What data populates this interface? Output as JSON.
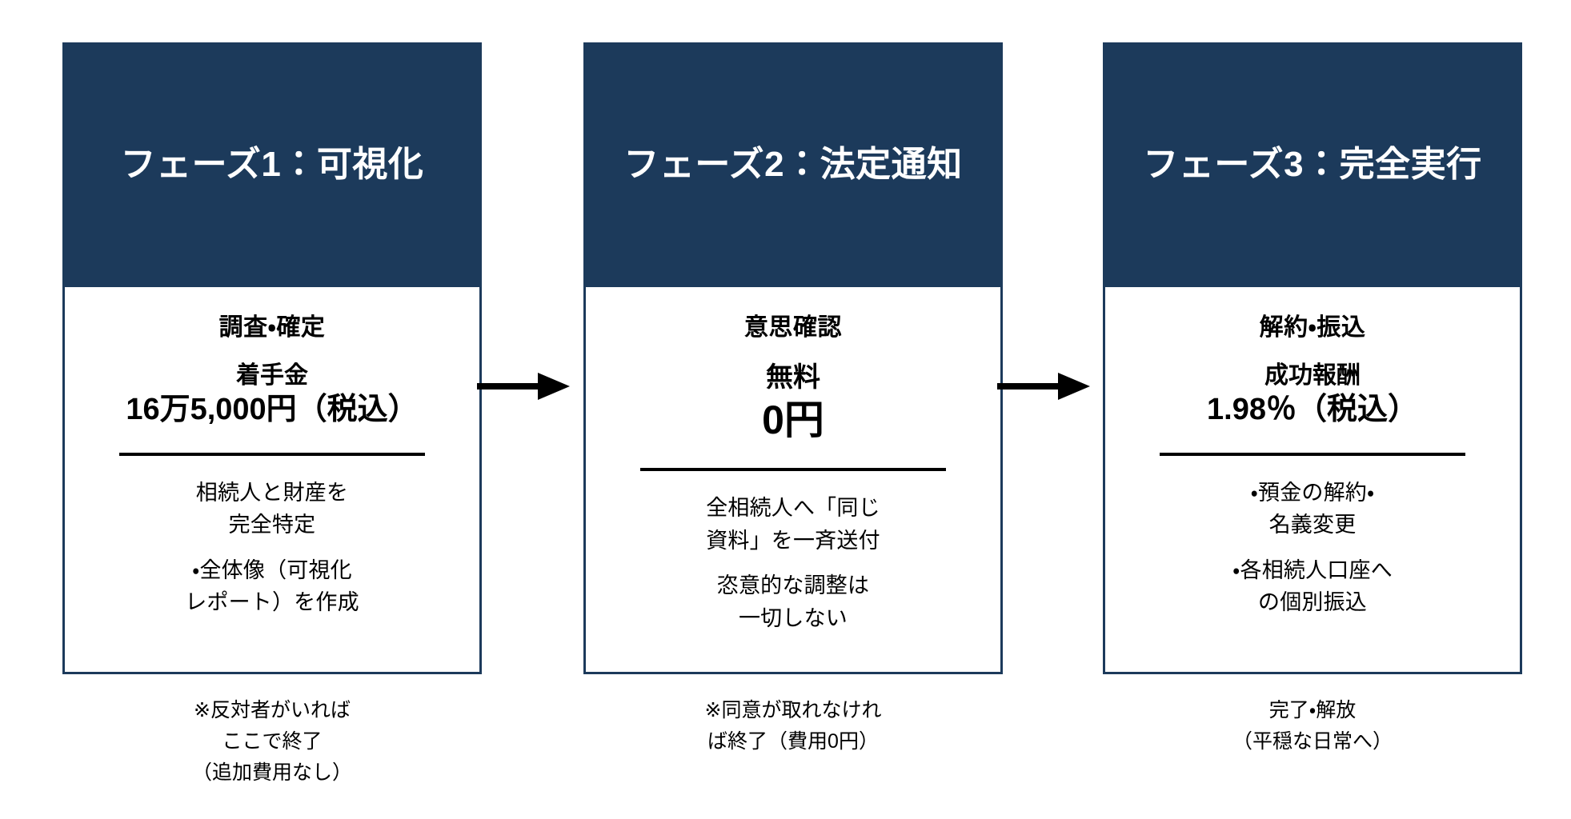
{
  "diagram": {
    "type": "three-phase-process-flow",
    "accent_color": "#1c3a5b",
    "background_color": "#ffffff",
    "text_color": "#000000",
    "arrow_color": "#000000"
  },
  "arrows": [
    {
      "name": "arrow-phase1-to-phase2",
      "glyph": "→"
    },
    {
      "name": "arrow-phase2-to-phase3",
      "glyph": "→"
    }
  ],
  "phases": [
    {
      "header": "フェーズ1：可視化",
      "heading": "調査・確定",
      "fee_label": "着手金",
      "fee_amount": "16万5,000円（税込）",
      "details": [
        "相続人と財産を",
        "完全特定",
        "・全体像（可視化",
        "レポート）を作成"
      ],
      "footnote": [
        "※反対者がいれば",
        "ここで終了",
        "（追加費用なし）"
      ]
    },
    {
      "header": "フェーズ2：法定通知",
      "heading": "意思確認",
      "fee_label": "無料",
      "fee_amount": "0円",
      "details": [
        "全相続人へ「同じ",
        "資料」を一斉送付",
        "恣意的な調整は",
        "一切しない"
      ],
      "footnote": [
        "※同意が取れなけれ",
        "ば終了（費用0円）"
      ]
    },
    {
      "header": "フェーズ3：完全実行",
      "heading": "解約・振込",
      "fee_label": "成功報酬",
      "fee_amount": "1.98％（税込）",
      "details": [
        "・預金の解約・",
        "名義変更",
        "・各相続人口座へ",
        "の個別振込"
      ],
      "footnote": [
        "完了・解放",
        "（平穏な日常へ）"
      ]
    }
  ]
}
